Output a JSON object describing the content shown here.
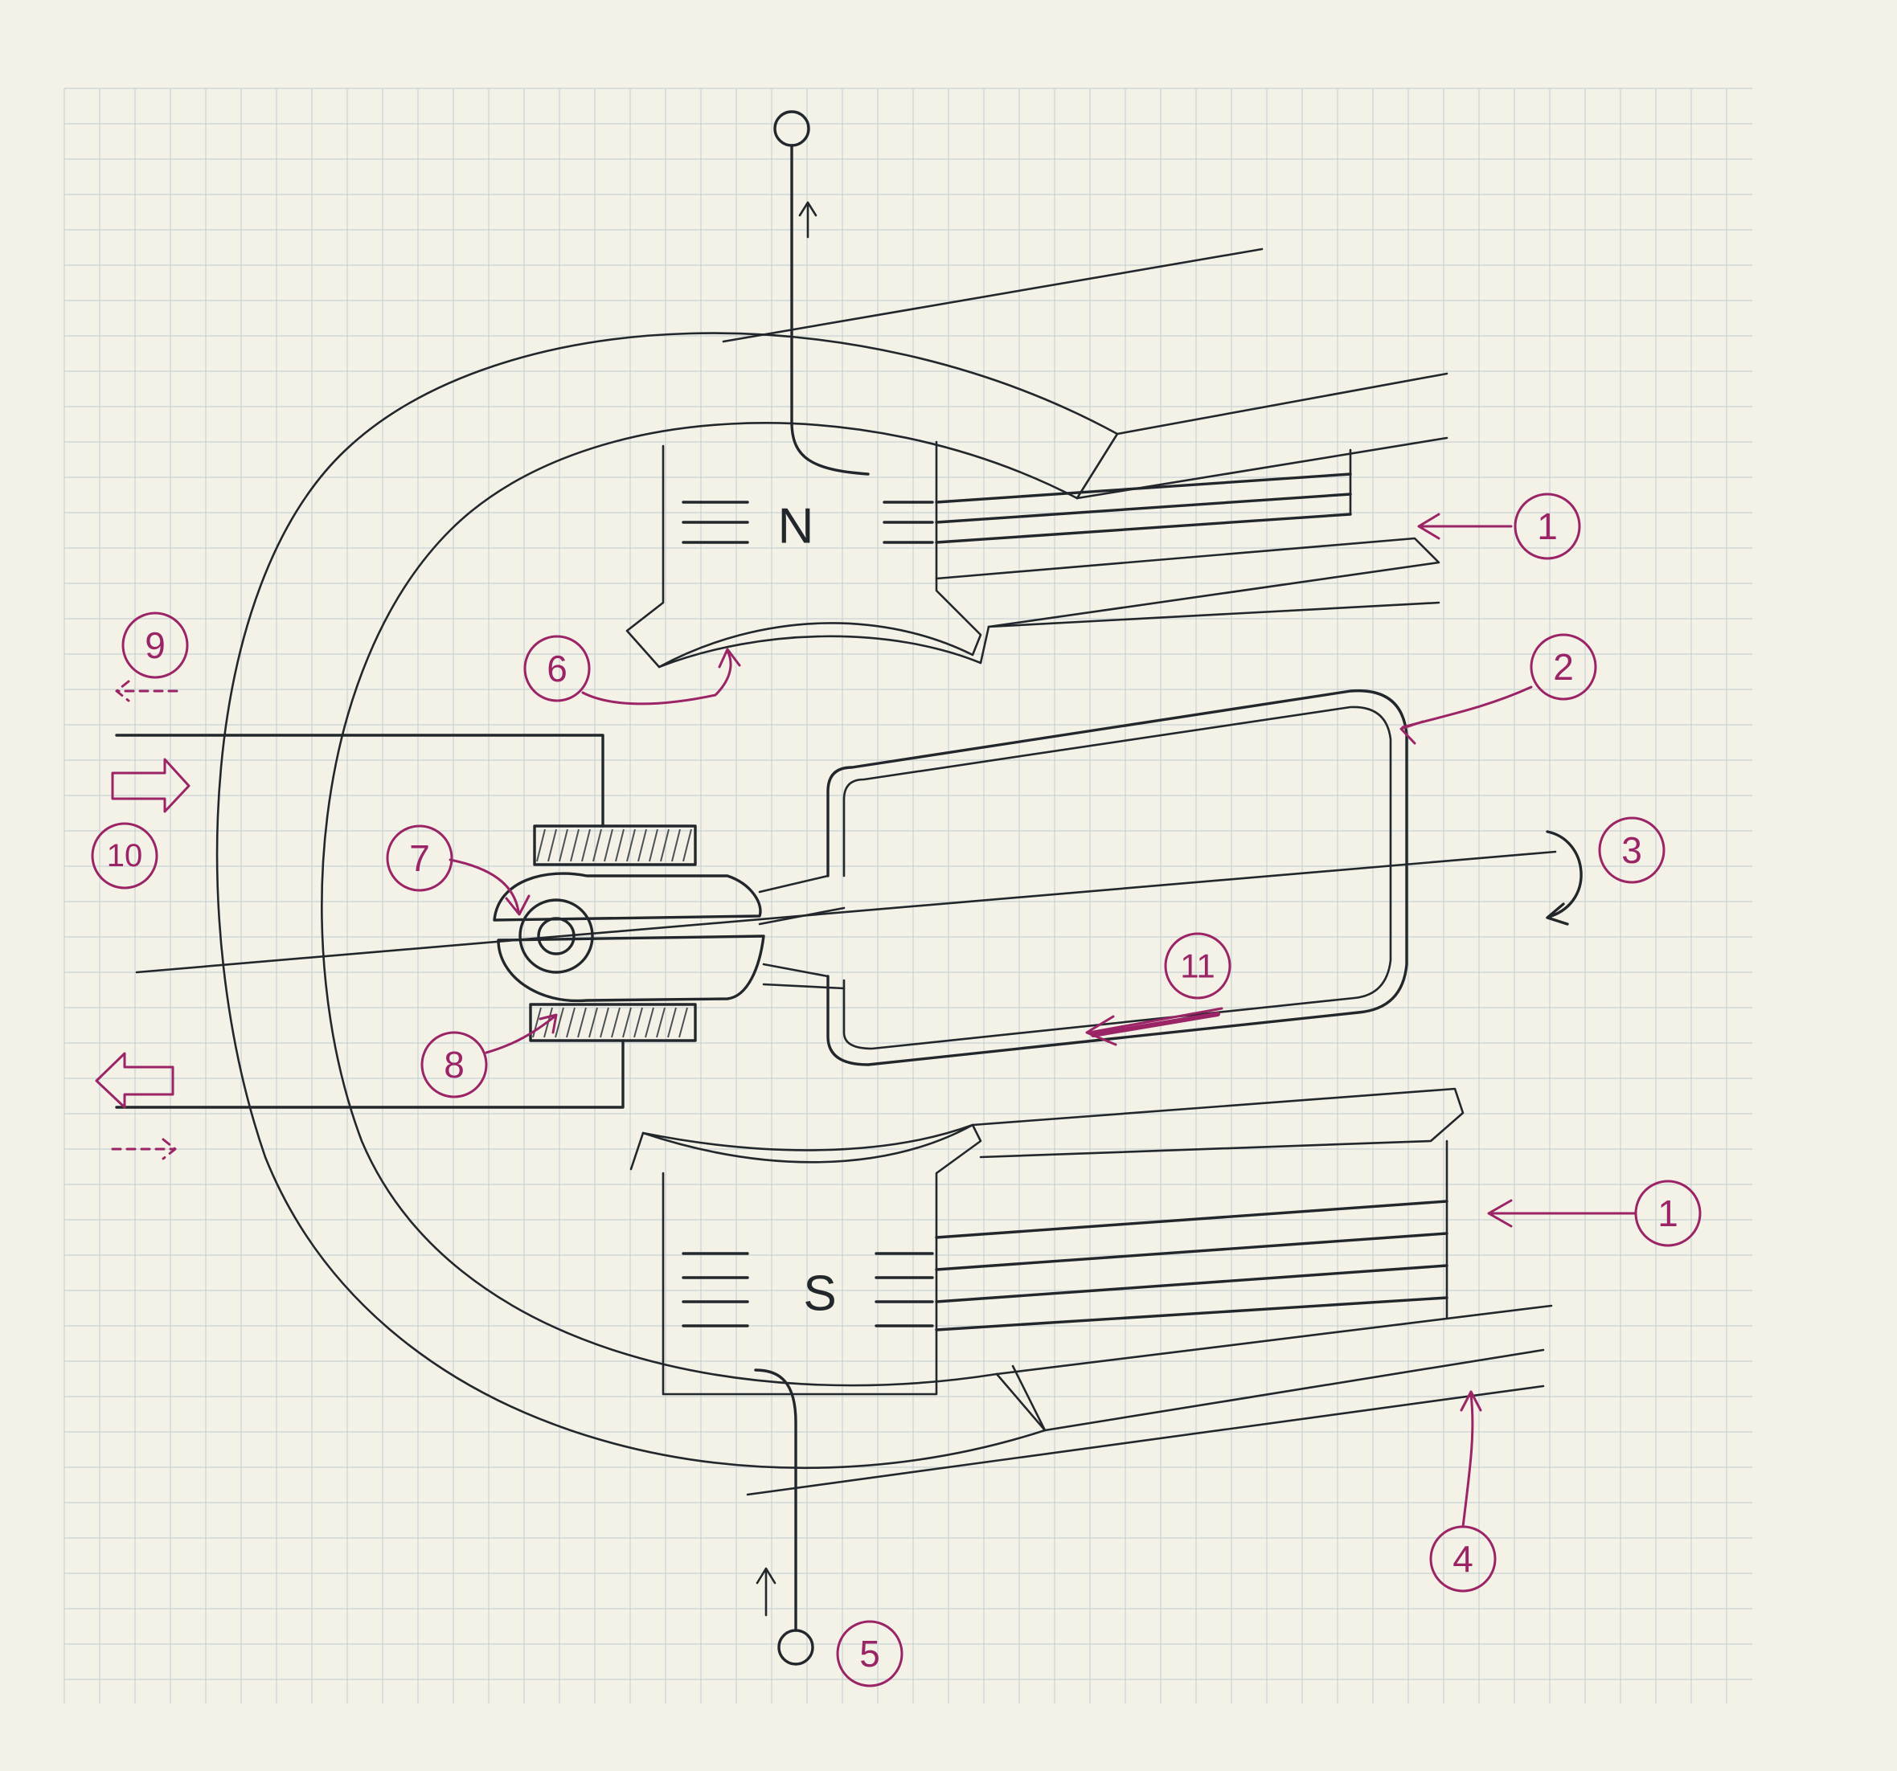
{
  "poles": {
    "north": "N",
    "south": "S"
  },
  "callouts": {
    "c1_top": "1",
    "c1_bottom": "1",
    "c2": "2",
    "c3": "3",
    "c4": "4",
    "c5": "5",
    "c6": "6",
    "c7": "7",
    "c8": "8",
    "c9": "9",
    "c10": "10",
    "c11": "11"
  },
  "colors": {
    "paper": "#f4f1e6",
    "grid": "#c8d3d6",
    "ink": "#22272b",
    "annotation": "#9a2466"
  }
}
